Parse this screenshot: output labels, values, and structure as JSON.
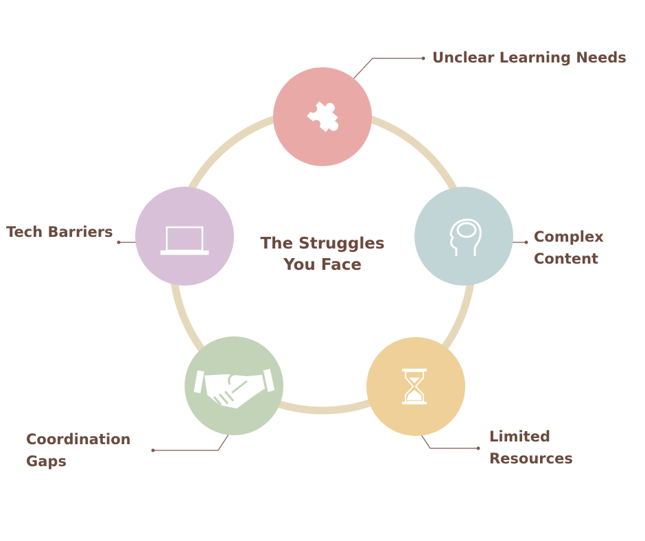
{
  "title": {
    "line1": "The Struggles",
    "line2": "You Face"
  },
  "items": [
    {
      "label_lines": [
        "Unclear Learning Needs"
      ],
      "icon": "puzzle-icon",
      "color": "#e9aaa7"
    },
    {
      "label_lines": [
        "Complex",
        "Content"
      ],
      "icon": "head-icon",
      "color": "#c2d5d6"
    },
    {
      "label_lines": [
        "Limited",
        "Resources"
      ],
      "icon": "hourglass-icon",
      "color": "#eed098"
    },
    {
      "label_lines": [
        "Coordination",
        "Gaps"
      ],
      "icon": "handshake-icon",
      "color": "#c2d3b8"
    },
    {
      "label_lines": [
        "Tech Barriers"
      ],
      "icon": "laptop-icon",
      "color": "#d8c1d8"
    }
  ],
  "colors": {
    "ring": "#e6d8bb",
    "text": "#6b4a3e",
    "connector": "#7a5a52"
  }
}
